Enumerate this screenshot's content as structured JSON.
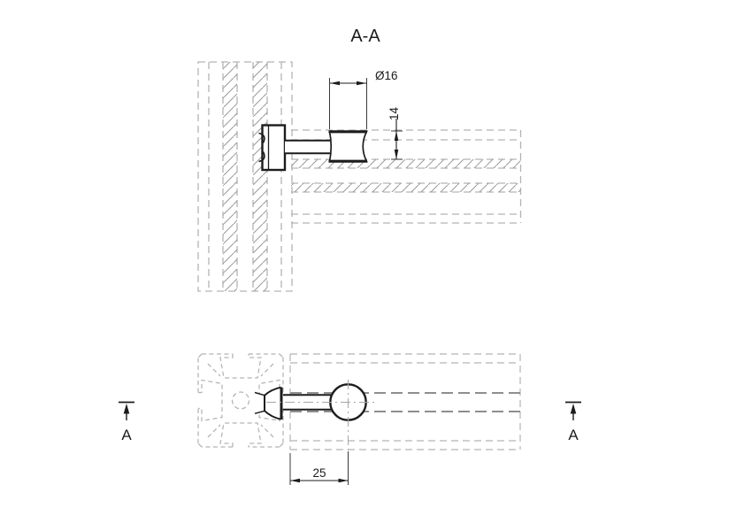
{
  "drawing": {
    "title": "A-A",
    "dimensions": {
      "diameter": "Ø16",
      "height": "14",
      "length": "25"
    },
    "section_markers": {
      "left": "A",
      "right": "A"
    },
    "colors": {
      "solid_outline": "#1c1c1c",
      "hidden_line_gray": "#b3b3b3",
      "hidden_line_dark": "#8e8e8e",
      "hatch_gray": "#9a9a9a",
      "background": "#ffffff"
    }
  }
}
